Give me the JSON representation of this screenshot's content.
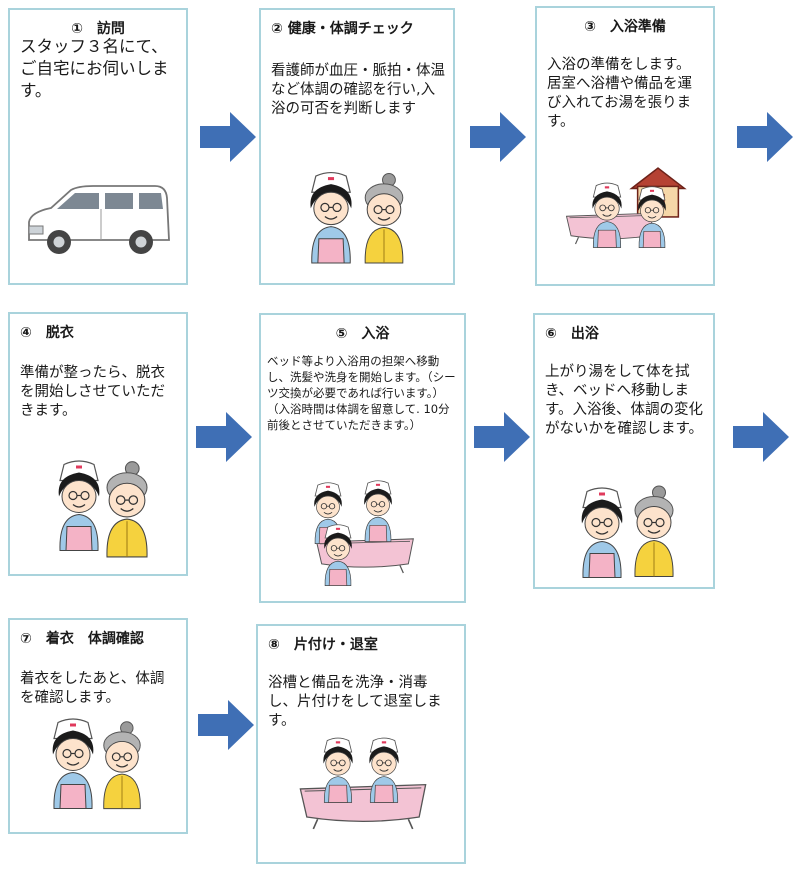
{
  "colors": {
    "card_border": "#a9d3dc",
    "arrow": "#3f6fb5"
  },
  "steps": [
    {
      "title": "①　訪問",
      "body": "スタッフ３名にて、ご自宅にお伺いします。",
      "icon": "van-icon"
    },
    {
      "title": "② 健康・体調チェック",
      "body": "看護師が血圧・脈拍・体温など体調の確認を行い,入浴の可否を判断します",
      "icon": "nurse-and-patient-icon"
    },
    {
      "title": "③　入浴準備",
      "body": "入浴の準備をします。居室へ浴槽や備品を運び入れてお湯を張ります。",
      "icon": "bath-preparation-icon"
    },
    {
      "title": "④　脱衣",
      "body": "準備が整ったら、脱衣を開始しさせていただきます。",
      "icon": "undressing-icon"
    },
    {
      "title": "⑤　入浴",
      "body": "ベッド等より入浴用の担架へ移動し、洗髪や洗身を開始します。（シーツ交換が必要であれば行います。）（入浴時間は体調を留意して. 10分前後とさせていただきます。）",
      "icon": "bathing-icon"
    },
    {
      "title": "⑥　出浴",
      "body": "上がり湯をして体を拭き、ベッドへ移動します。入浴後、体調の変化がないかを確認します。",
      "icon": "post-bath-icon"
    },
    {
      "title": "⑦　着衣　体調確認",
      "body": "着衣をしたあと、体調を確認します。",
      "icon": "dressing-check-icon"
    },
    {
      "title": "⑧　片付け・退室",
      "body": "浴槽と備品を洗浄・消毒し、片付けをして退室します。",
      "icon": "cleanup-icon"
    }
  ]
}
